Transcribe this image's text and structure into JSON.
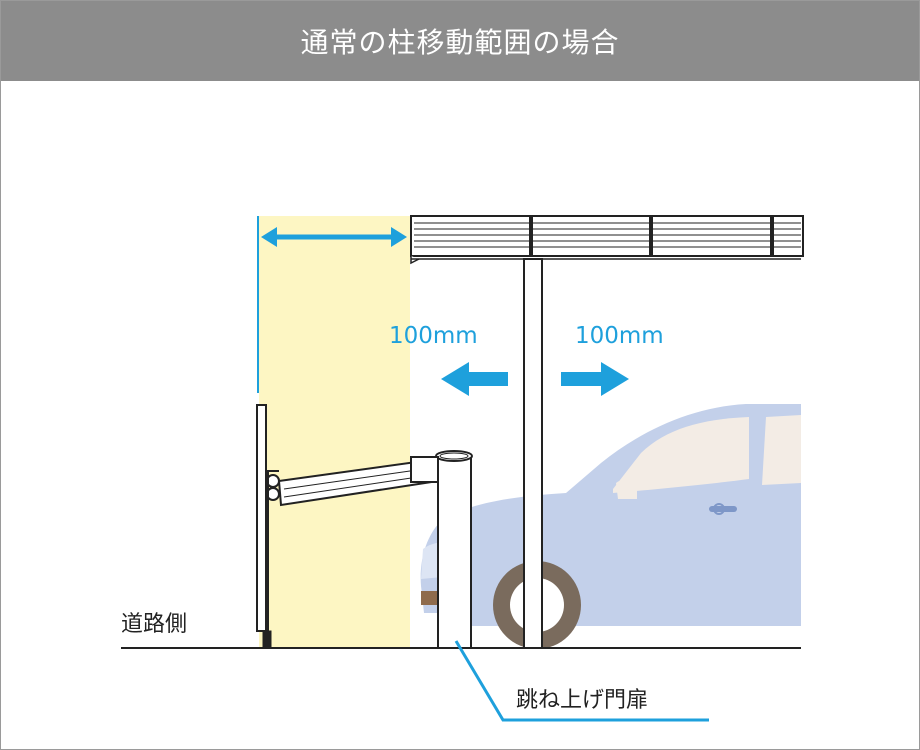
{
  "header": {
    "title": "通常の柱移動範囲の場合"
  },
  "labels": {
    "distance_left": "100mm",
    "distance_right": "100mm",
    "road_side": "道路側",
    "gate": "跳ね上げ門扉"
  },
  "colors": {
    "header_bg": "#8c8c8c",
    "accent_blue": "#1ea0dc",
    "highlight_yellow": "#fdf6c3",
    "car_body": "#c3d0ea",
    "tire": "#7a6b5d",
    "line": "#222222"
  },
  "icons": [
    "double-arrow-icon",
    "arrow-left-icon",
    "arrow-right-icon"
  ]
}
